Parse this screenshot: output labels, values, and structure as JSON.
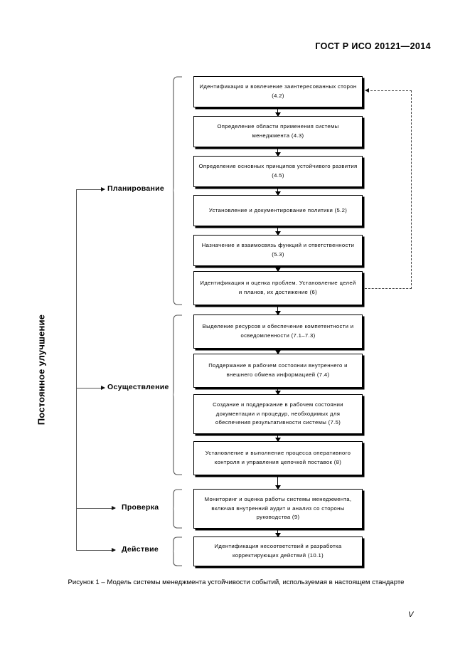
{
  "document": {
    "standard_header": "ГОСТ Р ИСО 20121—2014",
    "page_number": "V"
  },
  "figure": {
    "side_label": "Постоянное улучшение",
    "caption": "Рисунок 1 – Модель системы менеджмента устойчивости событий, используемая в настоящем стандарте",
    "phases": [
      {
        "label": "Планирование"
      },
      {
        "label": "Осуществление"
      },
      {
        "label": "Проверка"
      },
      {
        "label": "Действие"
      }
    ],
    "steps": [
      {
        "text": "Идентификация и вовлечение заинтересованных сторон (4.2)"
      },
      {
        "text": "Определение области применения системы менеджмента (4.3)"
      },
      {
        "text": "Определение основных принципов устойчивого развития (4.5)"
      },
      {
        "text": "Установление и документирование политики (5.2)"
      },
      {
        "text": "Назначение и взаимосвязь функций и ответственности (5.3)"
      },
      {
        "text": "Идентификация и оценка проблем. Установление целей и планов, их достижение (6)"
      },
      {
        "text": "Выделение ресурсов и обеспечение компетентности и осведомленности (7.1–7.3)"
      },
      {
        "text": "Поддержание в рабочем состоянии внутреннего и внешнего обмена информацией (7.4)"
      },
      {
        "text": "Создание и поддержание в рабочем состоянии документации и процедур, необходимых для обеспечения результативности системы (7.5)"
      },
      {
        "text": "Установление и выполнение процесса оперативного контроля и управления цепочкой поставок (8)"
      },
      {
        "text": "Мониторинг и оценка работы системы менеджмента, включая внутренний аудит и анализ со стороны руководства (9)"
      },
      {
        "text": "Идентификация несоответствий и разработка корректирующих действий (10.1)"
      }
    ]
  }
}
